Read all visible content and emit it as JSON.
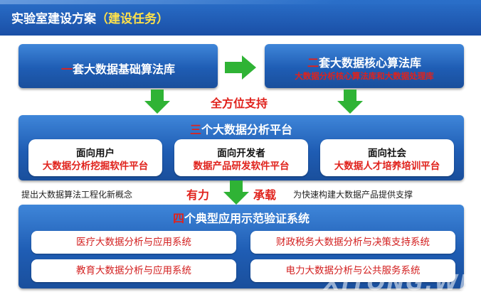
{
  "banner": {
    "title_main": "实验室建设方案",
    "title_paren": "（建设任务）"
  },
  "box1": {
    "num": "一",
    "title": "套大数据基础算法库"
  },
  "box2": {
    "num": "二",
    "title": "套大数据核心算法库",
    "subtitle": "大数据分析核心算法库和大数据处理库"
  },
  "support_label": "全方位支持",
  "platform": {
    "num": "三",
    "title": "个大数据分析平台",
    "cards": [
      {
        "title": "面向用户",
        "subtitle": "大数据分析挖掘软件平台"
      },
      {
        "title": "面向开发者",
        "subtitle": "数据产品研发软件平台"
      },
      {
        "title": "面向社会",
        "subtitle": "大数据人才培养培训平台"
      }
    ]
  },
  "middle": {
    "left_text": "提出大数据算法工程化新概念",
    "strong": "有力",
    "carry": "承载",
    "right_text": "为快速构建大数据产品提供支撑"
  },
  "systems": {
    "num": "四",
    "title": "个典型应用示范验证系统",
    "items": [
      "医疗大数据分析与应用系统",
      "财政税务大数据分析与决策支持系统",
      "教育大数据分析与应用系统",
      "电力大数据分析与公共服务系统"
    ]
  },
  "watermark": "XITONG.WE",
  "colors": {
    "banner": "#1f5db4",
    "accent_red": "#e0221c",
    "arrow_green": "#2fb335",
    "highlight_yellow": "#ffe14a"
  }
}
